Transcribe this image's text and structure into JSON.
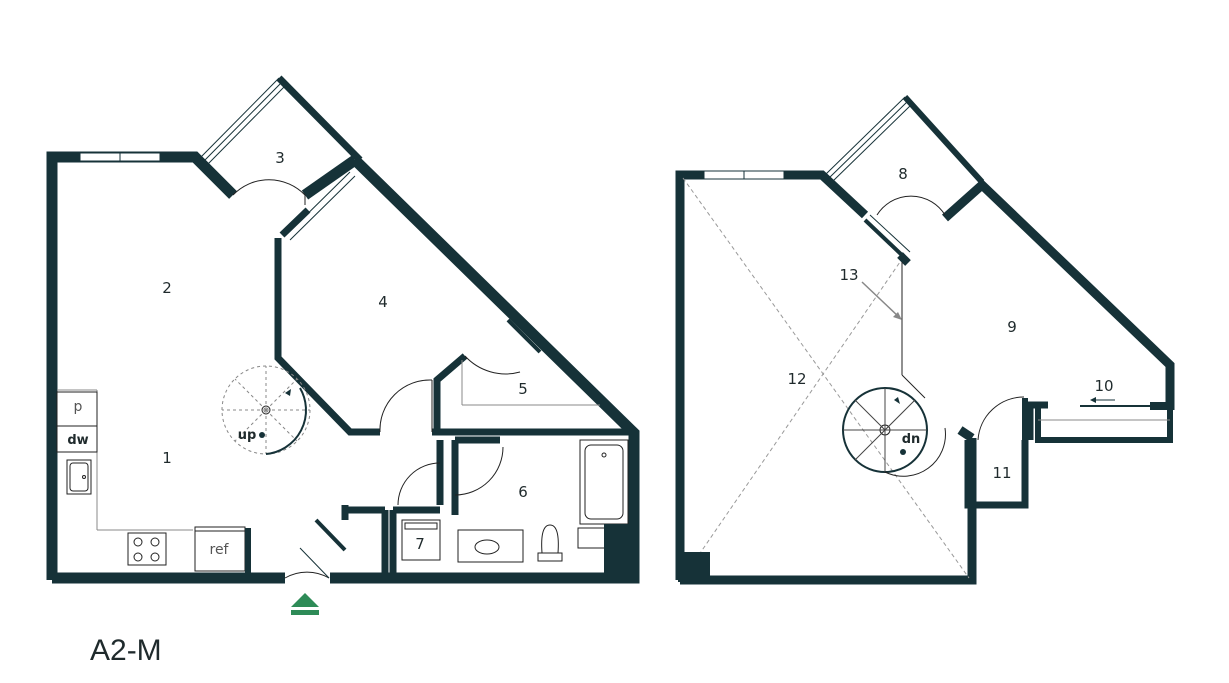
{
  "unit": {
    "name": "A2-M"
  },
  "colors": {
    "wall": "#163238",
    "entry": "#2e8b57"
  },
  "rooms": {
    "r1": "1",
    "r2": "2",
    "r3": "3",
    "r4": "4",
    "r5": "5",
    "r6": "6",
    "r7": "7",
    "r8": "8",
    "r9": "9",
    "r10": "10",
    "r11": "11",
    "r12": "12",
    "r13": "13"
  },
  "fixtures": {
    "pantry": "p",
    "dishwasher": "dw",
    "refrigerator": "ref"
  },
  "stairs": {
    "up": "up",
    "down": "dn"
  },
  "icons": {
    "entry": "entry-arrow-icon"
  }
}
